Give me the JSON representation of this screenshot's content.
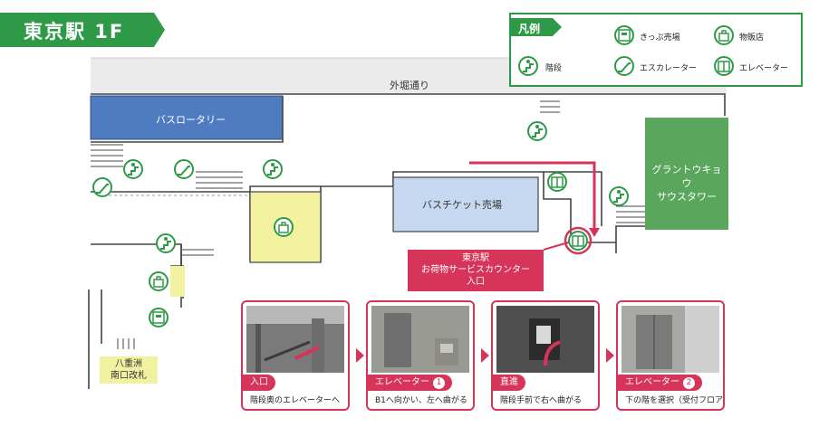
{
  "title": "東京駅 1F",
  "legend": {
    "heading": "凡例",
    "items": [
      {
        "icon": "ticket-office-icon",
        "label": "きっぷ売場"
      },
      {
        "icon": "shop-icon",
        "label": "物販店"
      },
      {
        "icon": "stairs-icon",
        "label": "階段"
      },
      {
        "icon": "escalator-icon",
        "label": "エスカレーター"
      },
      {
        "icon": "elevator-icon",
        "label": "エレベーター"
      }
    ]
  },
  "map": {
    "street_label": "外堀通り",
    "bus_rotary": "バスロータリー",
    "bus_ticket_office": "バスチケット売場",
    "tower": "グラントウキョウ\nサウスタワー",
    "service_counter": "東京駅\nお荷物サービスカウンター\n入口",
    "gate": "八重洲\n南口改札",
    "colors": {
      "green": "#2e9a47",
      "blue": "#4f7cc0",
      "light_blue": "#c5d8ef",
      "yellow": "#f2f1a0",
      "pink": "#d7345a",
      "road": "#ebebeb",
      "tower": "#5aa65d"
    }
  },
  "steps": [
    {
      "tag": "入口",
      "caption": "階段奥のエレベーターへ"
    },
    {
      "tag": "エレベーター",
      "badge": "1",
      "caption": "B1へ向かい、左へ曲がる"
    },
    {
      "tag": "直進",
      "caption": "階段手前で右へ曲がる"
    },
    {
      "tag": "エレベーター",
      "badge": "2",
      "caption": "下の階を選択（受付フロア）"
    }
  ]
}
